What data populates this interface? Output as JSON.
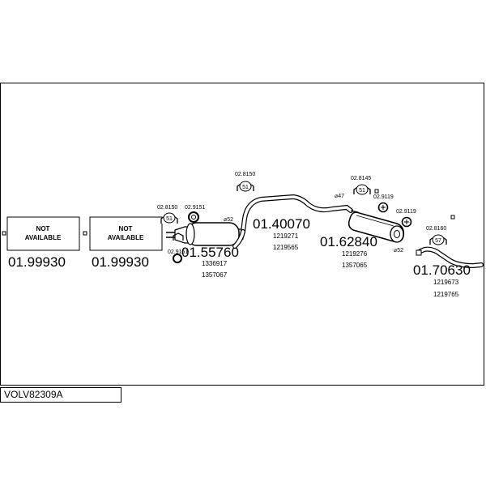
{
  "unavailable": [
    {
      "line1": "NOT",
      "line2": "AVAILABLE",
      "code": "01.99930"
    },
    {
      "line1": "NOT",
      "line2": "AVAILABLE",
      "code": "01.99930"
    }
  ],
  "parts": {
    "front_silencer": {
      "code": "01.55760",
      "refs": [
        "1336917",
        "1357067"
      ]
    },
    "mid_pipe": {
      "code": "01.40070",
      "refs": [
        "1219271",
        "1219565"
      ]
    },
    "rear_silencer": {
      "code": "01.62840",
      "refs": [
        "1219276",
        "1357065"
      ]
    },
    "tail_pipe": {
      "code": "01.70630",
      "refs": [
        "1219673",
        "1219765"
      ]
    }
  },
  "fittings": {
    "f1": {
      "code": "02.8150",
      "badge": "51"
    },
    "f2": {
      "code": "02.9151"
    },
    "f3": {
      "code": "02.9151"
    },
    "f4": {
      "code": "02.8150",
      "badge": "51"
    },
    "f5": {
      "code": "02.8145",
      "badge": "51"
    },
    "f6": {
      "code": "02.9119"
    },
    "f7": {
      "code": "02.9119"
    },
    "f8": {
      "code": "02.8160",
      "badge": "57"
    }
  },
  "diameters": {
    "d1": "⌀52",
    "d2": "⌀47",
    "d3": "⌀52"
  },
  "vehicle_code": "VOLV82309A"
}
